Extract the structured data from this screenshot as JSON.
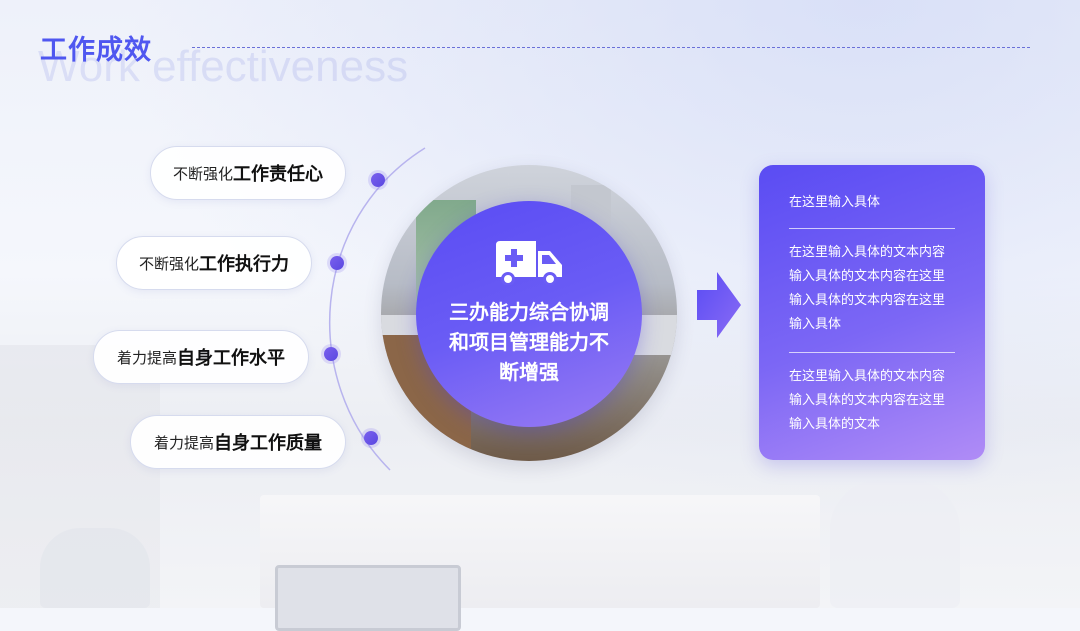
{
  "header": {
    "title": "工作成效",
    "subtitle": "Work effectiveness"
  },
  "items": [
    {
      "pre": "不断强化",
      "bold": "工作责任心"
    },
    {
      "pre": "不断强化",
      "bold": "工作执行力"
    },
    {
      "pre": "着力提高",
      "bold": "自身工作水平"
    },
    {
      "pre": "着力提高",
      "bold": "自身工作质量"
    }
  ],
  "center": {
    "icon": "ambulance-icon",
    "text": "三办能力综合协调和项目管理能力不断增强"
  },
  "card": {
    "line1": "在这里输入具体",
    "para1": "在这里输入具体的文本内容输入具体的文本内容在这里输入具体的文本内容在这里输入具体",
    "para2": "在这里输入具体的文本内容输入具体的文本内容在这里输入具体的文本"
  },
  "colors": {
    "accent": "#4f57f0",
    "gradient_start": "#5a4cf3",
    "gradient_end": "#b08cf6"
  }
}
